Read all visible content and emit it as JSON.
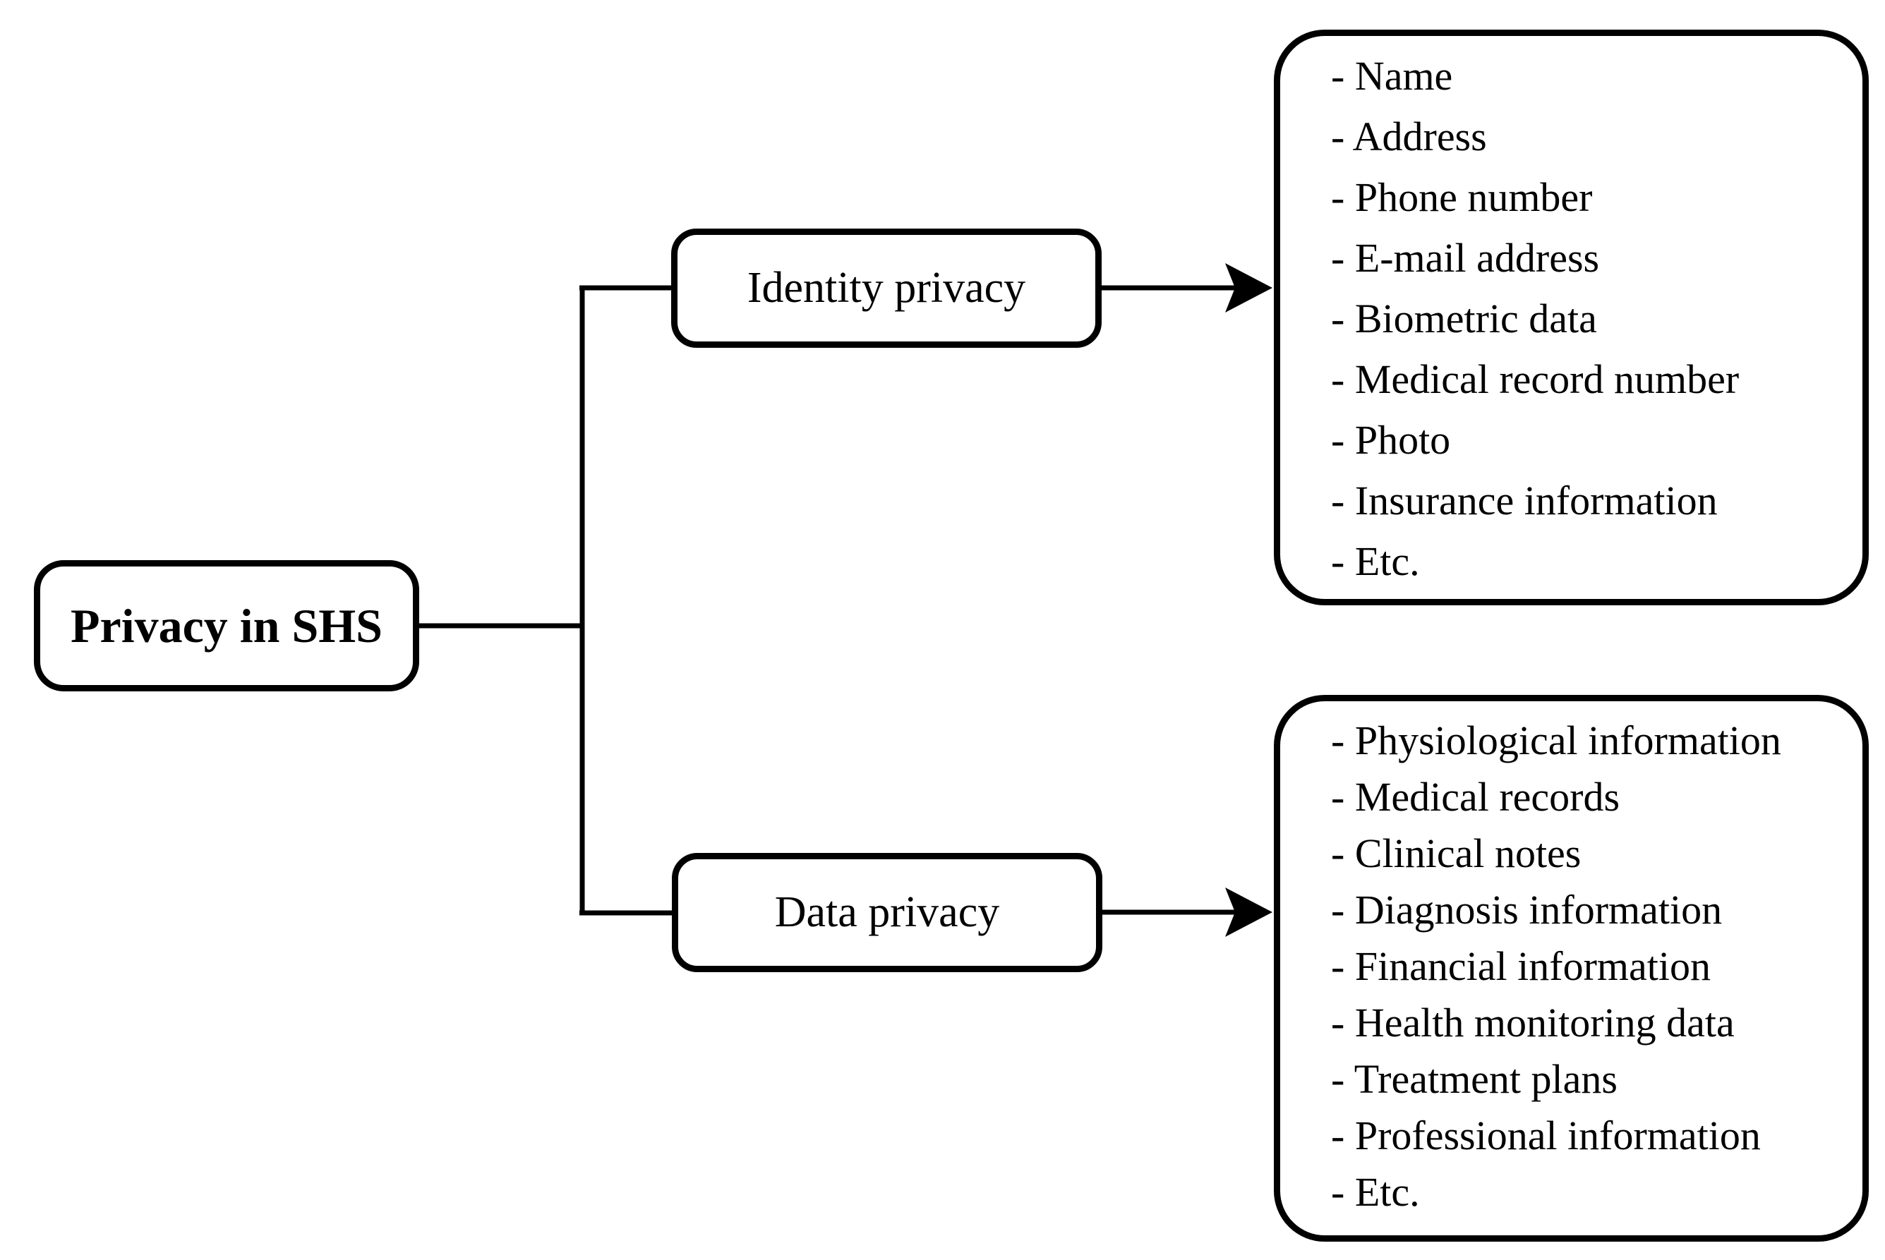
{
  "diagram": {
    "title": "Privacy in SHS taxonomy diagram",
    "ink_color": "#000000",
    "background_color": "#ffffff",
    "root": {
      "label": "Privacy in SHS"
    },
    "branches": [
      {
        "label": "Identity privacy",
        "items": [
          "- Name",
          "- Address",
          "- Phone number",
          "- E-mail address",
          "- Biometric data",
          "- Medical record number",
          "- Photo",
          "- Insurance information",
          "- Etc."
        ]
      },
      {
        "label": "Data privacy",
        "items": [
          "- Physiological information",
          "- Medical records",
          "- Clinical notes",
          "- Diagnosis information",
          "- Financial information",
          "- Health monitoring data",
          "- Treatment plans",
          "- Professional information",
          "- Etc."
        ]
      }
    ]
  }
}
